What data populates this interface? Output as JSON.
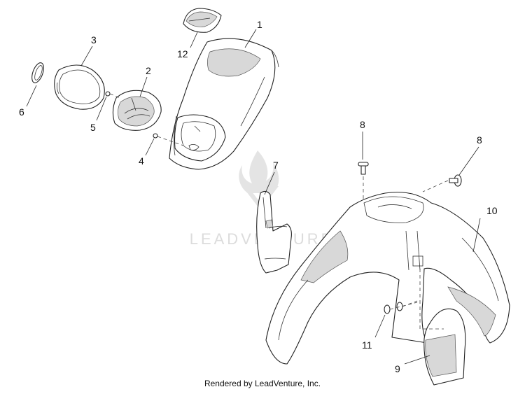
{
  "callouts": {
    "c1": "1",
    "c2": "2",
    "c3": "3",
    "c4": "4",
    "c5": "5",
    "c6": "6",
    "c7": "7",
    "c8a": "8",
    "c8b": "8",
    "c9": "9",
    "c10": "10",
    "c11": "11",
    "c12": "12"
  },
  "watermark": "LEADVENTURE",
  "footer": "Rendered by LeadVenture, Inc."
}
